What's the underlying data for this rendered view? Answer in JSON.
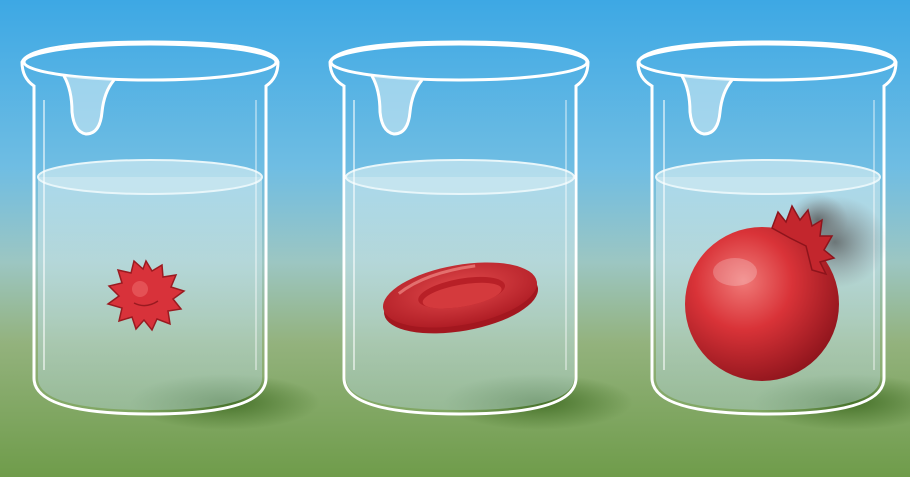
{
  "scene": {
    "background_colors": {
      "sky_top": "#3fa9e3",
      "sky_mid": "#7cc0e0",
      "ground_mid": "#8fae7a",
      "ground_bottom": "#6b9a48"
    },
    "beakers": [
      {
        "id": "left",
        "cell_state": "crenated",
        "cell_color": "#d8323a"
      },
      {
        "id": "middle",
        "cell_state": "normal",
        "cell_color": "#d8323a"
      },
      {
        "id": "right",
        "cell_state": "swollen-bursting",
        "cell_color": "#d8323a"
      }
    ],
    "water_color": "#bfe3ee",
    "glass_outline_color": "#ffffff"
  }
}
